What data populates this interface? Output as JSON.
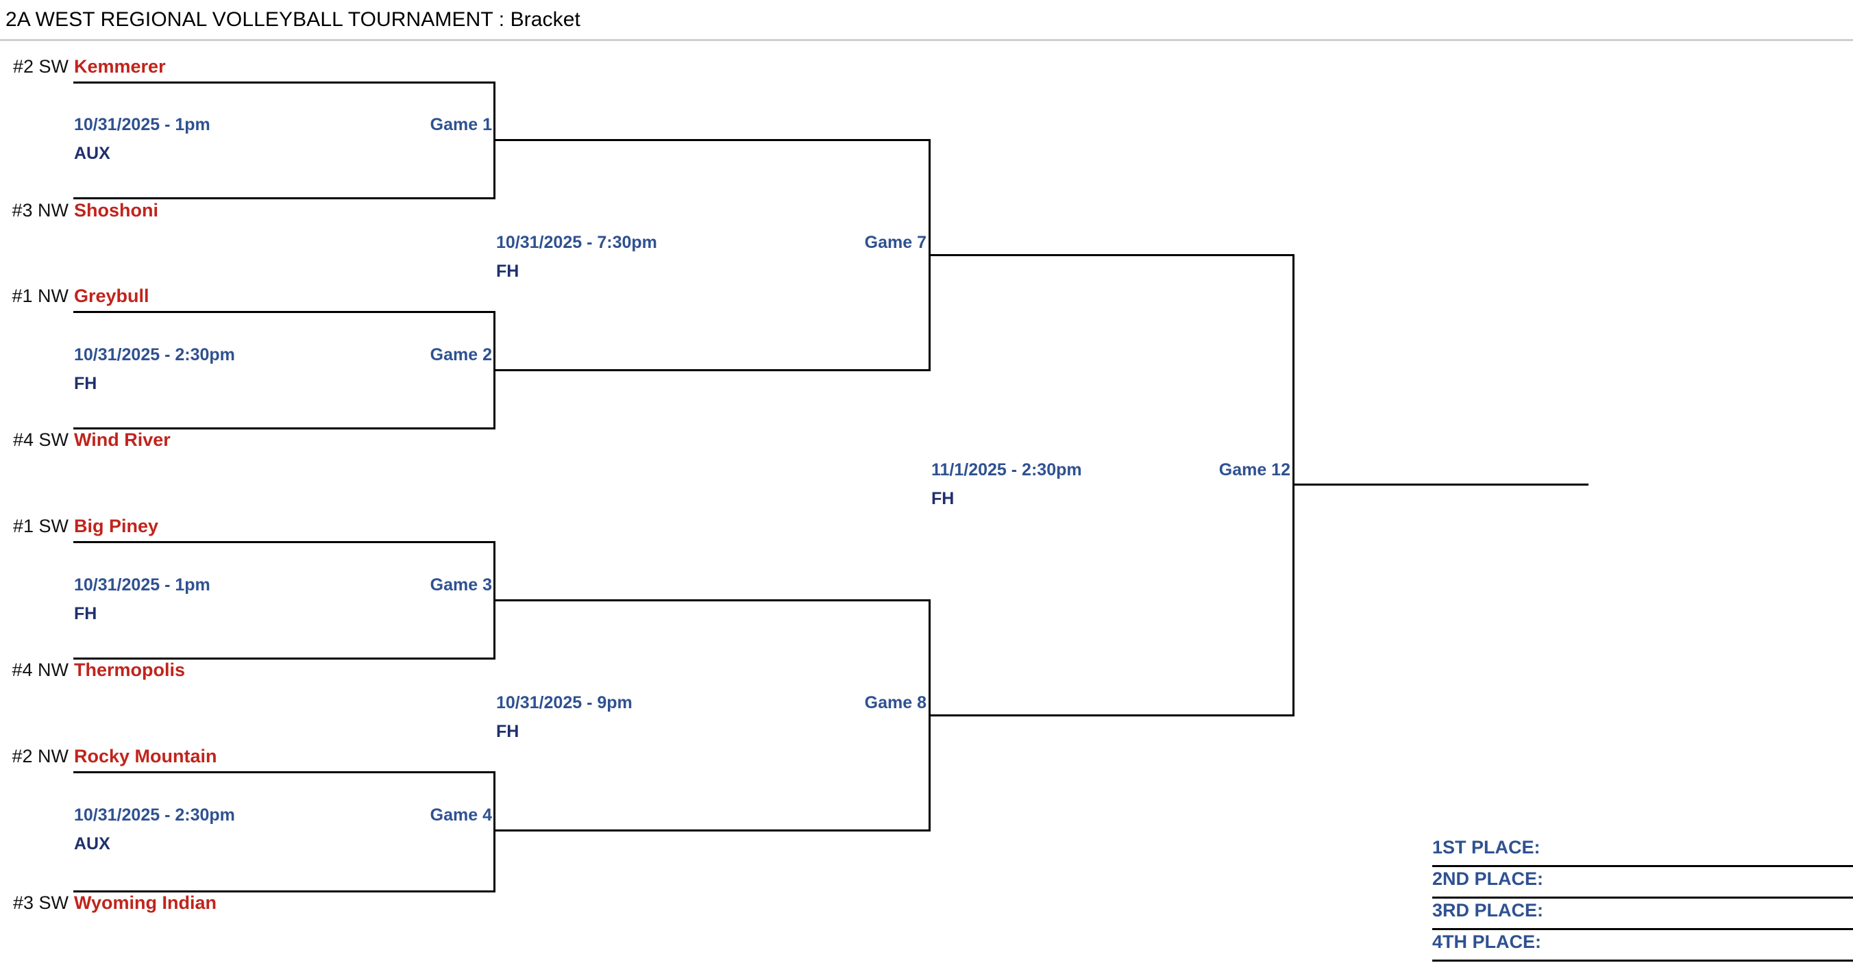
{
  "header": {
    "title": "2A WEST REGIONAL VOLLEYBALL TOURNAMENT : Bracket"
  },
  "bracket": {
    "sport": "Volleyball",
    "region": "2A West Regional",
    "teams": [
      {
        "seed": "#2 SW",
        "name": "Kemmerer"
      },
      {
        "seed": "#3 NW",
        "name": "Shoshoni"
      },
      {
        "seed": "#1 NW",
        "name": "Greybull"
      },
      {
        "seed": "#4 SW",
        "name": "Wind River"
      },
      {
        "seed": "#1 SW",
        "name": "Big Piney"
      },
      {
        "seed": "#4 NW",
        "name": "Thermopolis"
      },
      {
        "seed": "#2 NW",
        "name": "Rocky Mountain"
      },
      {
        "seed": "#3 SW",
        "name": "Wyoming Indian"
      }
    ],
    "games": [
      {
        "label": "Game 1",
        "date": "10/31/2025 - 1pm",
        "venue": "AUX"
      },
      {
        "label": "Game 2",
        "date": "10/31/2025 - 2:30pm",
        "venue": "FH"
      },
      {
        "label": "Game 3",
        "date": "10/31/2025 - 1pm",
        "venue": "FH"
      },
      {
        "label": "Game 4",
        "date": "10/31/2025 - 2:30pm",
        "venue": "AUX"
      },
      {
        "label": "Game 7",
        "date": "10/31/2025 - 7:30pm",
        "venue": "FH"
      },
      {
        "label": "Game 8",
        "date": "10/31/2025 - 9pm",
        "venue": "FH"
      },
      {
        "label": "Game 12",
        "date": "11/1/2025 - 2:30pm",
        "venue": "FH"
      }
    ]
  },
  "placements": [
    {
      "label": "1ST PLACE:",
      "winner": ""
    },
    {
      "label": "2ND PLACE:",
      "winner": ""
    },
    {
      "label": "3RD PLACE:",
      "winner": ""
    },
    {
      "label": "4TH PLACE:",
      "winner": ""
    }
  ],
  "colors": {
    "team_red": "#C0241C",
    "game_blue": "#2F5191",
    "venue_blue": "#1F2F6E",
    "line_black": "#000000",
    "header_rule": "#cfcfcf"
  }
}
